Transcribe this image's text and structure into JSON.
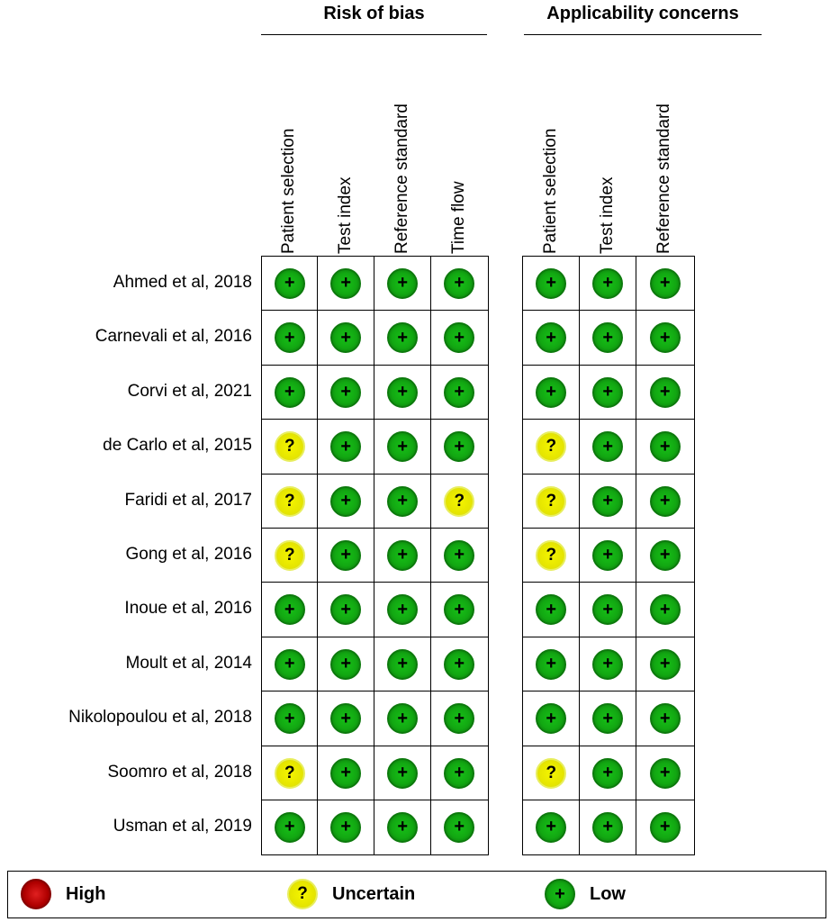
{
  "chart_data": {
    "type": "table",
    "groups": [
      {
        "title": "Risk of bias",
        "columns": [
          "Patient selection",
          "Test index",
          "Reference standard",
          "Time flow"
        ]
      },
      {
        "title": "Applicability concerns",
        "columns": [
          "Patient selection",
          "Test index",
          "Reference standard"
        ]
      }
    ],
    "studies": [
      {
        "name": "Ahmed et al, 2018",
        "risk": [
          "low",
          "low",
          "low",
          "low"
        ],
        "applicability": [
          "low",
          "low",
          "low"
        ]
      },
      {
        "name": "Carnevali et al, 2016",
        "risk": [
          "low",
          "low",
          "low",
          "low"
        ],
        "applicability": [
          "low",
          "low",
          "low"
        ]
      },
      {
        "name": "Corvi et al, 2021",
        "risk": [
          "low",
          "low",
          "low",
          "low"
        ],
        "applicability": [
          "low",
          "low",
          "low"
        ]
      },
      {
        "name": "de Carlo et al, 2015",
        "risk": [
          "uncertain",
          "low",
          "low",
          "low"
        ],
        "applicability": [
          "uncertain",
          "low",
          "low"
        ]
      },
      {
        "name": "Faridi et al, 2017",
        "risk": [
          "uncertain",
          "low",
          "low",
          "uncertain"
        ],
        "applicability": [
          "uncertain",
          "low",
          "low"
        ]
      },
      {
        "name": "Gong et al, 2016",
        "risk": [
          "uncertain",
          "low",
          "low",
          "low"
        ],
        "applicability": [
          "uncertain",
          "low",
          "low"
        ]
      },
      {
        "name": "Inoue et al, 2016",
        "risk": [
          "low",
          "low",
          "low",
          "low"
        ],
        "applicability": [
          "low",
          "low",
          "low"
        ]
      },
      {
        "name": "Moult et al, 2014",
        "risk": [
          "low",
          "low",
          "low",
          "low"
        ],
        "applicability": [
          "low",
          "low",
          "low"
        ]
      },
      {
        "name": "Nikolopoulou et al, 2018",
        "risk": [
          "low",
          "low",
          "low",
          "low"
        ],
        "applicability": [
          "low",
          "low",
          "low"
        ]
      },
      {
        "name": "Soomro et al, 2018",
        "risk": [
          "uncertain",
          "low",
          "low",
          "low"
        ],
        "applicability": [
          "uncertain",
          "low",
          "low"
        ]
      },
      {
        "name": "Usman et al, 2019",
        "risk": [
          "low",
          "low",
          "low",
          "low"
        ],
        "applicability": [
          "low",
          "low",
          "low"
        ]
      }
    ],
    "symbols": {
      "low": "+",
      "uncertain": "?",
      "high": "-"
    },
    "legend": [
      {
        "key": "high",
        "label": "High",
        "color": "#b00000"
      },
      {
        "key": "uncertain",
        "label": "Uncertain",
        "color": "#e6e600"
      },
      {
        "key": "low",
        "label": "Low",
        "color": "#12a812"
      }
    ]
  }
}
